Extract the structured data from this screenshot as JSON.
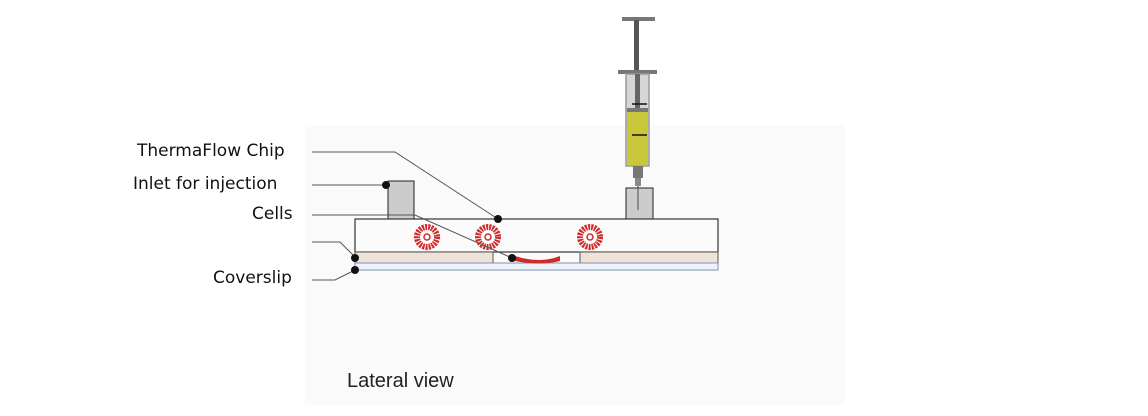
{
  "labels": {
    "chip": "ThermaFlow Chip",
    "inlet": "Inlet for injection",
    "cells": "Cells",
    "coverslip": "Coverslip"
  },
  "caption": "Lateral view",
  "colors": {
    "liquid": "#c8c83a",
    "cell": "#d02a2a",
    "spacer": "#efe2d6",
    "coverslip": "#e8eef8",
    "block": "#cccccc"
  }
}
